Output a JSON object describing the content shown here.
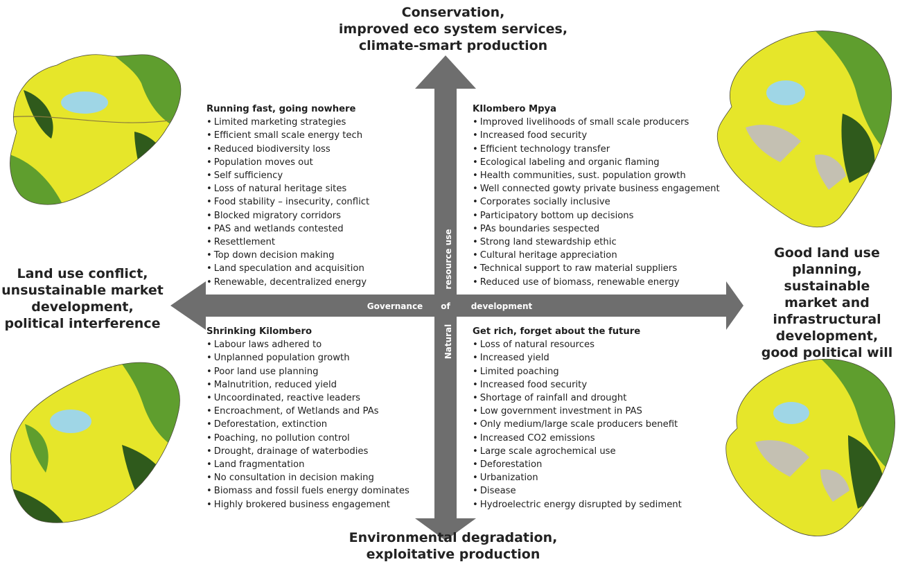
{
  "poles": {
    "top": [
      "Conservation,",
      "improved eco system services,",
      "climate-smart production"
    ],
    "bottom": [
      "Environmental degradation,",
      "exploitative production"
    ],
    "left": [
      "Land use conflict,",
      "unsustainable market",
      "development,",
      "political interference"
    ],
    "right": [
      "Good land use",
      "planning, sustainable",
      "market and",
      "infrastructural",
      "development,",
      "good political will"
    ]
  },
  "axes": {
    "horizontal": {
      "left_word": "Governance",
      "middle_word": "of",
      "right_word": "development"
    },
    "vertical": {
      "upper_word": "resource use",
      "lower_word": "Natural"
    }
  },
  "quadrants": {
    "top_left": {
      "title": "Running fast, going nowhere",
      "items": [
        "Limited marketing strategies",
        "Efficient small scale energy tech",
        "Reduced biodiversity loss",
        "Population moves out",
        "Self sufficiency",
        "Loss of natural heritage sites",
        "Food stability – insecurity, conflict",
        "Blocked migratory corridors",
        "PAS and wetlands contested",
        "Resettlement",
        "Top down decision making",
        "Land speculation and acquisition",
        "Renewable, decentralized energy"
      ]
    },
    "top_right": {
      "title": "KIlombero Mpya",
      "items": [
        "Improved livelihoods of small scale producers",
        "Increased food security",
        "Efficient technology transfer",
        "Ecological labeling and organic flaming",
        "Health communities, sust. population growth",
        "Well connected gowty private business engagement",
        "Corporates socially inclusive",
        "Participatory bottom up decisions",
        "PAs boundaries sespected",
        "Strong land stewardship ethic",
        "Cultural heritage appreciation",
        "Technical support to raw material suppliers",
        "Reduced use of biomass, renewable energy"
      ]
    },
    "bottom_left": {
      "title": "Shrinking Kilombero",
      "items": [
        "Labour laws adhered to",
        "Unplanned population growth",
        "Poor land use planning",
        "Malnutrition, reduced yield",
        "Uncoordinated, reactive leaders",
        "Encroachment, of Wetlands and PAs",
        "Deforestation, extinction",
        "Poaching, no pollution control",
        "Drought, drainage of waterbodies",
        "Land fragmentation",
        "No consultation in decision making",
        "Biomass and fossil fuels energy dominates",
        "Highly brokered business engagement"
      ]
    },
    "bottom_right": {
      "title": "Get rich, forget about the future",
      "items": [
        "Loss of natural resources",
        "Increased yield",
        "Limited poaching",
        "Increased food security",
        "Shortage of rainfall and drought",
        "Low government investment in PAS",
        "Only medium/large scale producers benefit",
        "Increased CO2 emissions",
        "Large scale agrochemical use",
        "Deforestation",
        "Urbanization",
        "Disease",
        "Hydroelectric energy disrupted by sediment"
      ]
    }
  },
  "colors": {
    "arrow": "#6e6e6e",
    "map_yellow": "#e6e62a",
    "map_green": "#5f9e2e",
    "map_dark": "#2f5a1c",
    "map_water": "#9fd6e6",
    "map_gray": "#c4c0b2"
  }
}
